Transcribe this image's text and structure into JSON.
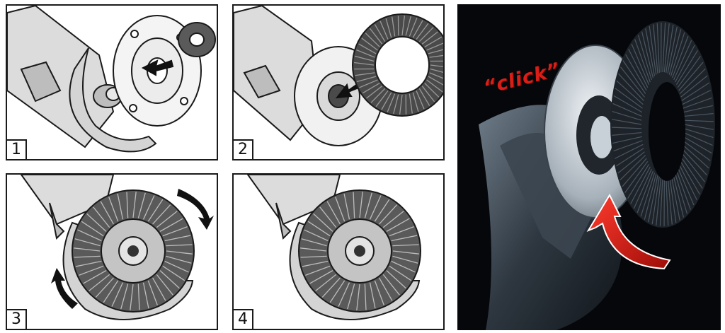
{
  "steps": [
    {
      "label": "1"
    },
    {
      "label": "2"
    },
    {
      "label": "3"
    },
    {
      "label": "4"
    }
  ],
  "photo": {
    "click_text": "“click”"
  },
  "colors": {
    "line": "#1a1a1a",
    "light_gray": "#d4d4d4",
    "mid_gray": "#9a9a9a",
    "dark_gray": "#4a4a4a",
    "accent_red": "#d81e16"
  }
}
